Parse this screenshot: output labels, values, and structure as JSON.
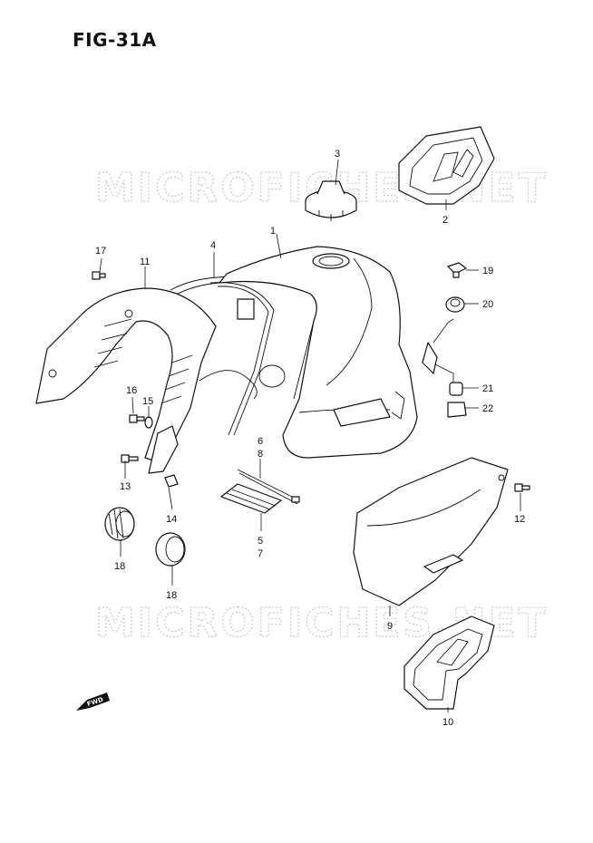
{
  "figure": {
    "title": "FIG-31A"
  },
  "watermarks": [
    "MICROFICHES.NET",
    "MICROFICHES.NET"
  ],
  "fwd_marker": "FWD",
  "callouts": {
    "c1": "1",
    "c2": "2",
    "c3": "3",
    "c4": "4",
    "c5": "5",
    "c6": "6",
    "c7": "7",
    "c8": "8",
    "c9": "9",
    "c10": "10",
    "c11": "11",
    "c12": "12",
    "c13": "13",
    "c14": "14",
    "c15": "15",
    "c16": "16",
    "c17": "17",
    "c18a": "18",
    "c18b": "18",
    "c19": "19",
    "c20": "20",
    "c21": "21",
    "c22": "22"
  }
}
